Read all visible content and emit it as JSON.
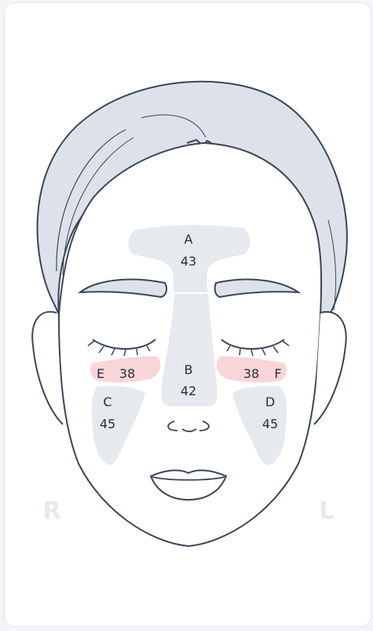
{
  "colors": {
    "hair": "#dde2ea",
    "outline": "#3a4558",
    "zone_fill": "#e6e9ee",
    "zone_alert": "#f8d6d8",
    "side_label": "#e6e9ef"
  },
  "zones": {
    "A": {
      "letter": "A",
      "value": "43"
    },
    "B": {
      "letter": "B",
      "value": "42"
    },
    "C": {
      "letter": "C",
      "value": "45"
    },
    "D": {
      "letter": "D",
      "value": "45"
    },
    "E": {
      "letter": "E",
      "value": "38"
    },
    "F": {
      "letter": "F",
      "value": "38"
    }
  },
  "sides": {
    "right": "R",
    "left": "L"
  }
}
